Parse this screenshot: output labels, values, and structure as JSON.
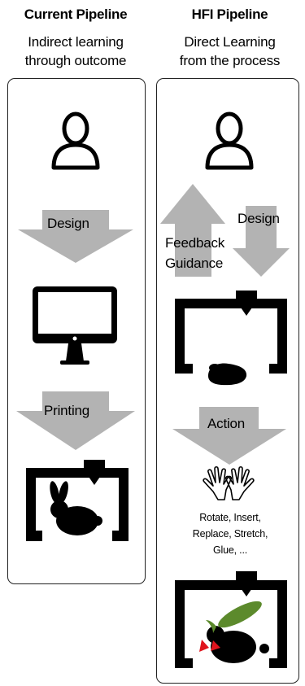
{
  "current": {
    "title": "Current Pipeline",
    "subtitle_line1": "Indirect learning",
    "subtitle_line2": "through outcome",
    "design_label": "Design",
    "printing_label": "Printing"
  },
  "hfi": {
    "title": "HFI Pipeline",
    "subtitle_line1": "Direct Learning",
    "subtitle_line2": "from the process",
    "design_label": "Design",
    "feedback_line1": "Feedback",
    "feedback_line2": "Guidance",
    "action_label": "Action",
    "actions_line1": "Rotate, Insert,",
    "actions_line2": "Replace, Stretch,",
    "actions_line3": "Glue, ..."
  },
  "colors": {
    "arrow_gray": "#b3b3b3",
    "printed_part_green": "#5c8a2c",
    "marker_red": "#e0141d"
  },
  "icons": [
    "user-icon",
    "monitor-icon",
    "printer-icon",
    "bunny-icon",
    "hands-icon"
  ]
}
